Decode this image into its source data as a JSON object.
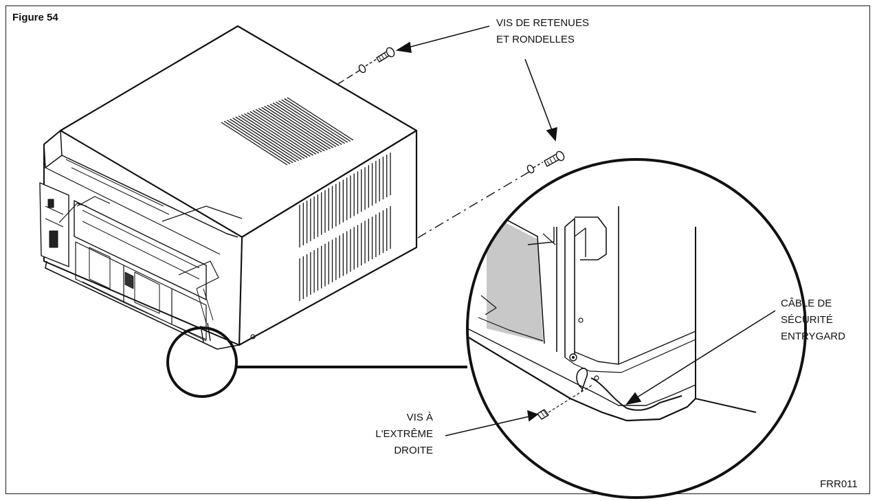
{
  "figure": {
    "title": "Figure 54",
    "code": "FRR011"
  },
  "callouts": {
    "screws_washers": [
      "VIS DE RETENUES",
      "ET RONDELLES"
    ],
    "security_cable": [
      "CÂBLE DE",
      "SÉCURITÉ",
      "ENTRYGARD"
    ],
    "right_screw": [
      "VIS À",
      "L'EXTRÊME",
      "DROITE"
    ]
  }
}
